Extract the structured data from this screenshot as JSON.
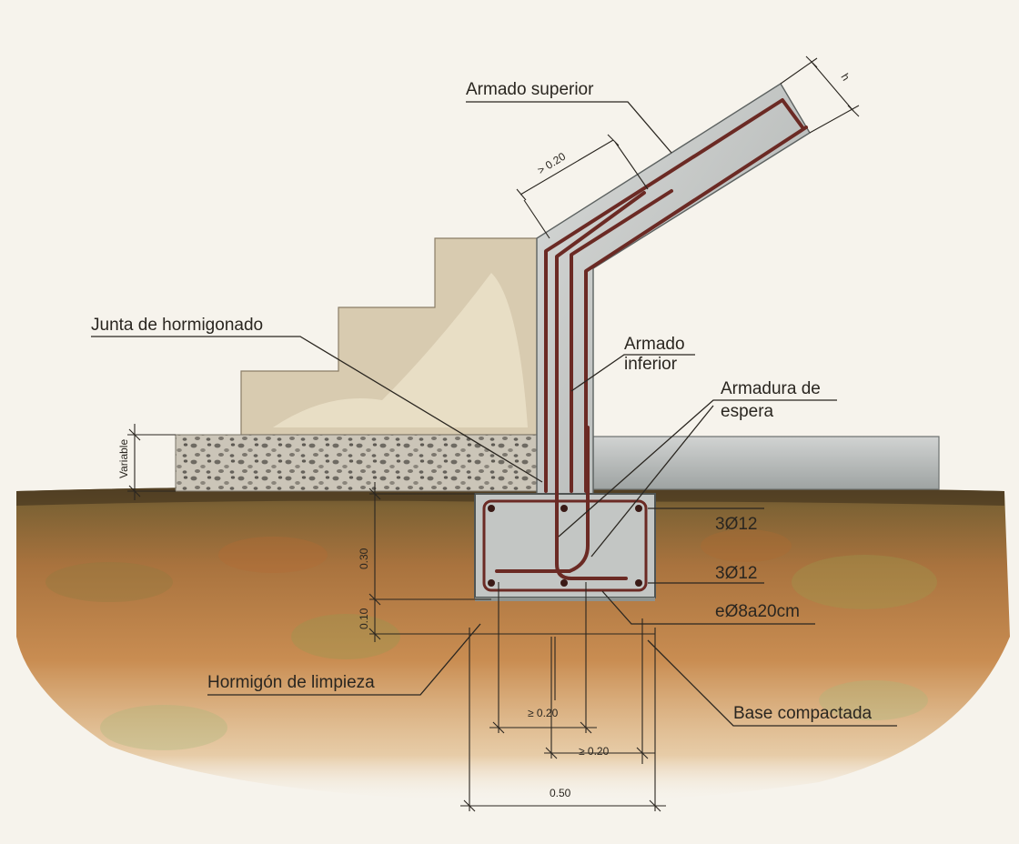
{
  "labels": {
    "armado_superior": "Armado superior",
    "junta": "Junta de hormigonado",
    "armado_inferior_1": "Armado",
    "armado_inferior_2": "inferior",
    "armadura_espera_1": "Armadura de",
    "armadura_espera_2": "espera",
    "top_bars": "3Ø12",
    "bottom_bars": "3Ø12",
    "stirrups": "eØ8a20cm",
    "hormigon_limpieza": "Hormigón de limpieza",
    "base_compactada": "Base compactada"
  },
  "dimensions": {
    "h": "h",
    "overlap_top": "> 0.20",
    "variable": "Variable",
    "height_030": "0.30",
    "height_010": "0.10",
    "overlap_a": "≥ 0.20",
    "overlap_b": "≥ 0.20",
    "width_050": "0.50"
  },
  "colors": {
    "paper": "#f6f3ec",
    "soil_top": "#6f5a35",
    "soil_mid": "#b97f45",
    "concrete": "#c9cbc9",
    "rebar": "#6b2a24",
    "stairs": "#d8cbb0",
    "gravel": "#bfb8aa",
    "slab": "#b9bcbb"
  }
}
